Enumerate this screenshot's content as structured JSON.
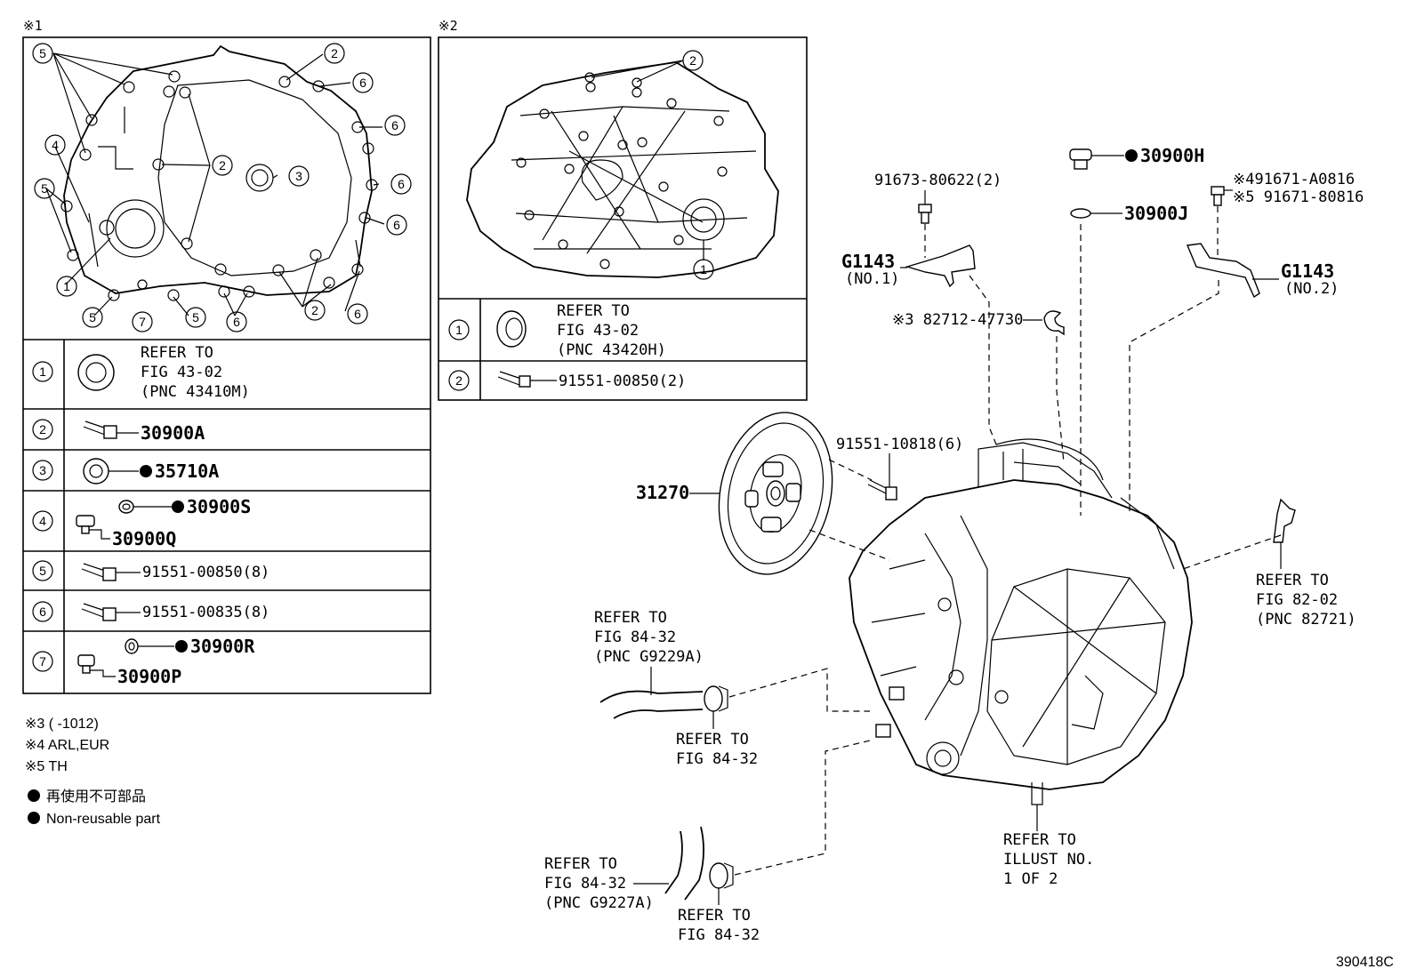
{
  "inset1": {
    "mark": "※1",
    "callouts": [
      "1",
      "2",
      "3",
      "4",
      "5",
      "6",
      "7"
    ],
    "rows": [
      {
        "num": "1",
        "lines": [
          "REFER TO",
          "FIG 43-02",
          "(PNC 43410M)"
        ]
      },
      {
        "num": "2",
        "part": "30900A"
      },
      {
        "num": "3",
        "part": "35710A",
        "nonreusable": true
      },
      {
        "num": "4",
        "part_a": "30900S",
        "part_b": "30900Q"
      },
      {
        "num": "5",
        "part": "91551-00850(8)"
      },
      {
        "num": "6",
        "part": "91551-00835(8)"
      },
      {
        "num": "7",
        "part_a": "30900R",
        "part_b": "30900P"
      }
    ]
  },
  "inset2": {
    "mark": "※2",
    "rows": [
      {
        "num": "1",
        "lines": [
          "REFER TO",
          "FIG 43-02",
          "(PNC 43420H)"
        ]
      },
      {
        "num": "2",
        "part": "91551-00850(2)"
      }
    ]
  },
  "notes": {
    "n3": "※3 (      -1012)",
    "n4": "※4 ARL,EUR",
    "n5": "※5 TH",
    "legend_jp": "再使用不可部品",
    "legend_en": "Non-reusable part"
  },
  "labels": {
    "p30900H": "30900H",
    "p30900J": "30900J",
    "p91673": "91673-80622(2)",
    "p91671a": "※491671-A0816",
    "p91671b": "※5 91671-80816",
    "g1143_1": "G1143",
    "g1143_1_sub": "(NO.1)",
    "g1143_2": "G1143",
    "g1143_2_sub": "(NO.2)",
    "p82712": "※3  82712-47730",
    "p91551_10818": "91551-10818(6)",
    "p31270": "31270",
    "ref82": [
      "REFER TO",
      "FIG 82-02",
      "(PNC 82721)"
    ],
    "ref84a": [
      "REFER TO",
      "FIG 84-32",
      "(PNC G9229A)"
    ],
    "ref84b": [
      "REFER TO",
      "FIG 84-32"
    ],
    "ref84c": [
      "REFER TO",
      "FIG 84-32",
      "(PNC G9227A)"
    ],
    "ref84d": [
      "REFER TO",
      "FIG 84-32"
    ],
    "refIllust": [
      "REFER TO",
      "ILLUST NO.",
      "1 OF 2"
    ],
    "figcode": "390418C"
  }
}
